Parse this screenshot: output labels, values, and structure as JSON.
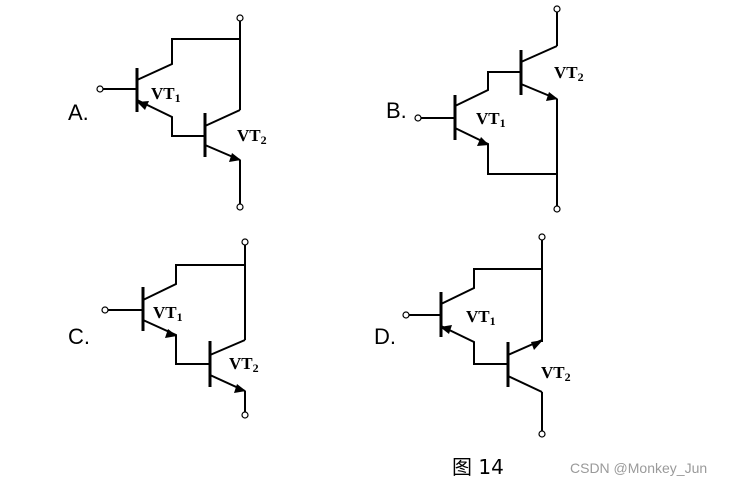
{
  "figure": {
    "caption": "图 14",
    "watermark": "CSDN @Monkey_Jun",
    "transistor_prefix": "VT",
    "options": [
      {
        "label": "A.",
        "vt1_sub": "1",
        "vt2_sub": "2"
      },
      {
        "label": "B.",
        "vt1_sub": "1",
        "vt2_sub": "2"
      },
      {
        "label": "C.",
        "vt1_sub": "1",
        "vt2_sub": "2"
      },
      {
        "label": "D.",
        "vt1_sub": "1",
        "vt2_sub": "2"
      }
    ]
  }
}
